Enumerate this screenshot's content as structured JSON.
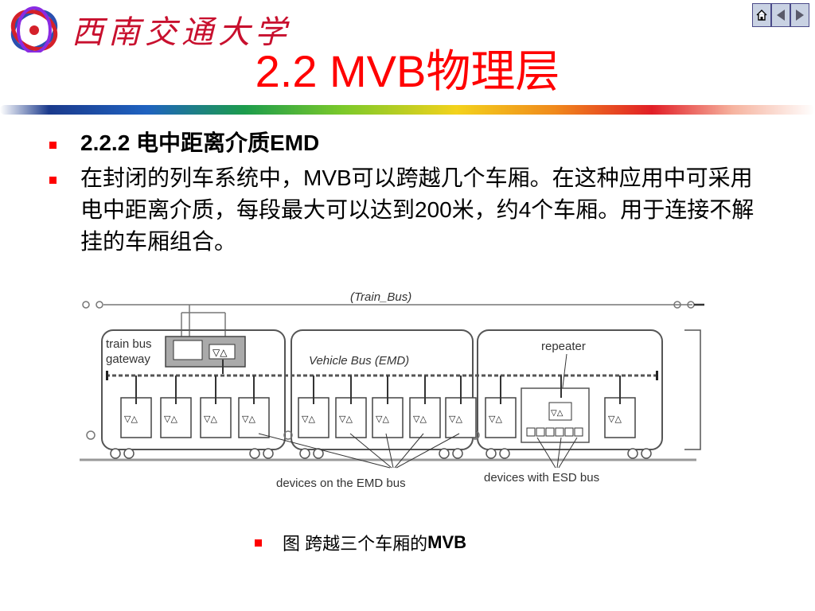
{
  "header": {
    "school_name": "西南交通大学",
    "nav": [
      "home-icon",
      "prev-arrow-icon",
      "next-arrow-icon"
    ]
  },
  "slide": {
    "title": "2.2 MVB物理层",
    "bullet1": "2.2.2 电中距离介质EMD",
    "bullet2": "在封闭的列车系统中，MVB可以跨越几个车厢。在这种应用中可采用电中距离介质，每段最大可以达到200米，约4个车厢。用于连接不解挂的车厢组合。"
  },
  "diagram": {
    "train_bus_label": "(Train_Bus)",
    "gateway_label_1": "train bus",
    "gateway_label_2": "gateway",
    "vehicle_bus_label": "Vehicle Bus (EMD)",
    "repeater_label": "repeater",
    "emd_devices_label": "devices on the EMD bus",
    "esd_devices_label": "devices with  ESD bus"
  },
  "caption": {
    "prefix": "图  跨越三个车厢的",
    "suffix": "MVB"
  },
  "colors": {
    "title": "#ff0000",
    "bullet": "#ff0000",
    "school": "#c8102e"
  }
}
